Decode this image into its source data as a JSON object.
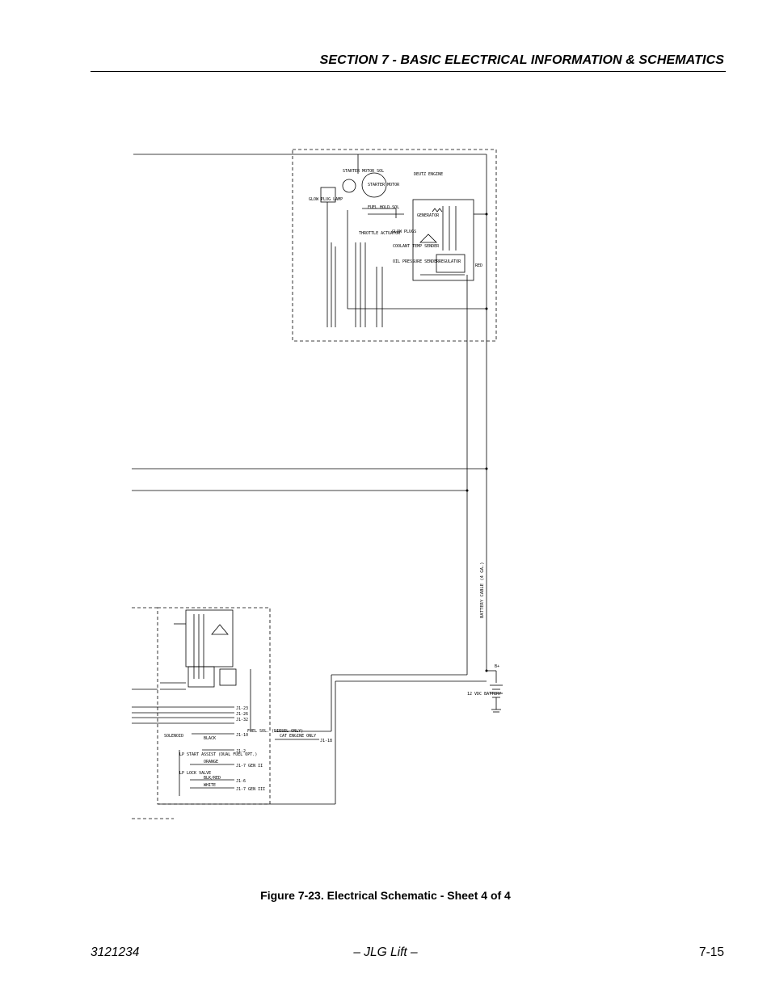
{
  "header": {
    "section_title": "SECTION 7 - BASIC ELECTRICAL INFORMATION & SCHEMATICS"
  },
  "figure": {
    "caption": "Figure 7-23.  Electrical Schematic - Sheet 4 of 4"
  },
  "schematic_labels": {
    "starter_motor_sol": "STARTER MOTOR SOL",
    "starter_motor": "STARTER MOTOR",
    "deutz_engine": "DEUTZ ENGINE",
    "glow_plug_lamp": "GLOW PLUG LAMP",
    "fuel_hold_sol": "FUEL HOLD SOL",
    "glow_plugs": "GLOW PLUGS",
    "throttle_actuator": "THROTTLE ACTUATOR",
    "coolant_temp_sender": "COOLANT TEMP SENDER",
    "oil_pressure_sender": "OIL PRESSURE SENDER",
    "generator": "GENERATOR",
    "regulator": "REGULATOR",
    "battery_cable": "BATTERY CABLE (4 GA.)",
    "b_plus": "B+",
    "battery": "12 VDC BATTERY",
    "cat_engine_only": "CAT ENGINE ONLY",
    "fuel_sol": "FUEL SOL. (DIESEL ONLY)",
    "lp_start_assist": "LP START ASSIST (DUAL FUEL OPT.)",
    "lp_lock_valve": "LP LOCK VALVE",
    "solenoid": "SOLENOID",
    "j1_23": "J1-23",
    "j1_26": "J1-26",
    "j1_32": "J1-32",
    "j1_10": "J1-10",
    "j1_2": "J1-2",
    "j1_6": "J1-6",
    "j1_7": "J1-7 GEN II",
    "j1_7b": "J1-7 GEN III",
    "j1_18": "J1-18",
    "wire_black": "BLACK",
    "wire_black_red": "BLK/RED",
    "wire_orange": "ORANGE",
    "wire_white": "WHITE",
    "wire_red": "RED"
  },
  "footer": {
    "doc_number": "3121234",
    "center_text": "– JLG Lift –",
    "page_number": "7-15"
  }
}
